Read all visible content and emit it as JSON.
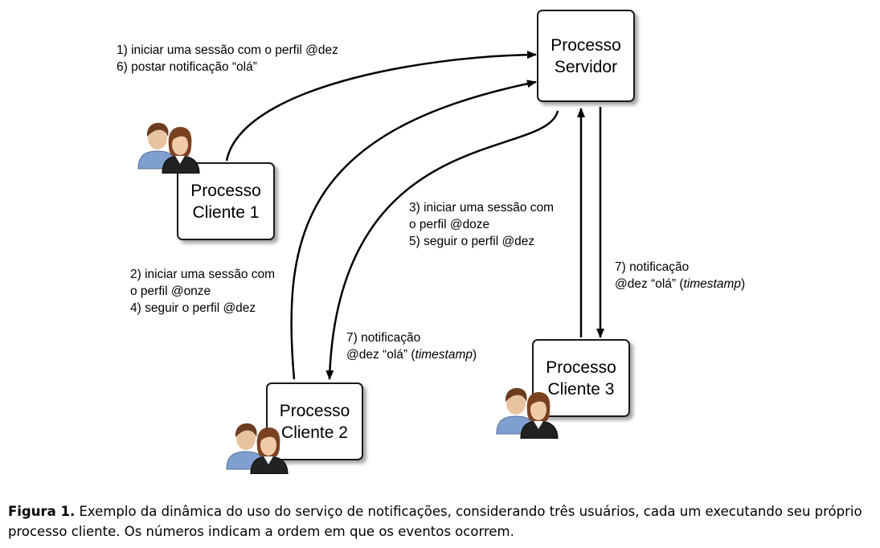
{
  "boxes": {
    "server": {
      "line1": "Processo",
      "line2": "Servidor"
    },
    "client1": {
      "line1": "Processo",
      "line2": "Cliente 1"
    },
    "client2": {
      "line1": "Processo",
      "line2": "Cliente 2"
    },
    "client3": {
      "line1": "Processo",
      "line2": "Cliente 3"
    }
  },
  "labels": {
    "client1_to_server": [
      "1) iniciar uma sessão com o perfil @dez",
      "6) postar notificação “olá”"
    ],
    "client2_to_server": [
      "2) iniciar uma sessão com",
      "o perfil @onze",
      "4) seguir o perfil @dez"
    ],
    "client3_to_server": [
      "3) iniciar uma sessão com",
      "o perfil @doze",
      "5) seguir o perfil @dez"
    ],
    "server_to_client3": {
      "line1": "7) notificação",
      "line2_prefix": "@dez “olá” (",
      "line2_italic": "timestamp",
      "line2_suffix": ")"
    },
    "server_to_client2": {
      "line1": "7) notificação",
      "line2_prefix": "@dez “olá” (",
      "line2_italic": "timestamp",
      "line2_suffix": ")"
    }
  },
  "caption": {
    "label": "Figura 1.",
    "text": " Exemplo da dinâmica do uso do serviço de notificações, considerando três usuários, cada um executando seu próprio processo cliente. Os números indicam a ordem em que os eventos ocorrem."
  },
  "icons": [
    "users-icon"
  ],
  "colors": {
    "stroke": "#000000",
    "box_border": "#1a1a1a"
  }
}
